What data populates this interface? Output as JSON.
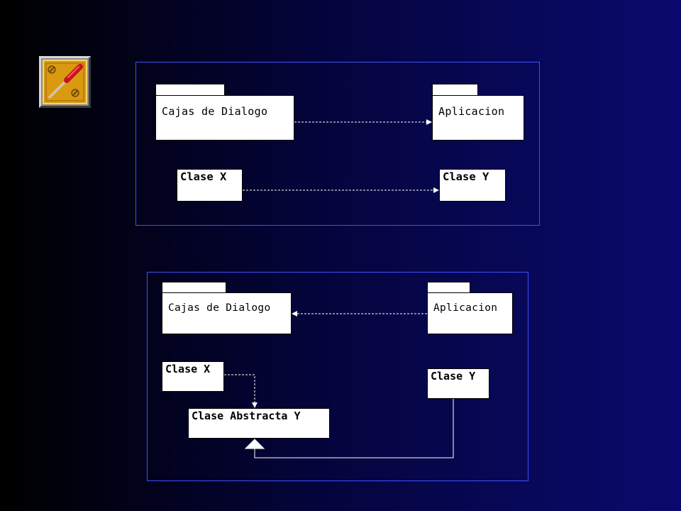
{
  "diagram1": {
    "package_left": {
      "label": "Cajas de Dialogo"
    },
    "package_right": {
      "label": "Aplicacion"
    },
    "class_left": {
      "label": "Clase X"
    },
    "class_right": {
      "label": "Clase Y"
    }
  },
  "diagram2": {
    "package_left": {
      "label": "Cajas de Dialogo"
    },
    "package_right": {
      "label": "Aplicacion"
    },
    "class_x": {
      "label": "Clase X"
    },
    "class_y": {
      "label": "Clase Y"
    },
    "class_abstract": {
      "label": "Clase Abstracta Y"
    }
  },
  "icon": {
    "name": "screwdriver-icon"
  },
  "colors": {
    "frame": "#3f4fff",
    "background_dark": "#000000",
    "background_light": "#0a0a6e",
    "box_fill": "#ffffff",
    "connector": "#ffffff"
  }
}
